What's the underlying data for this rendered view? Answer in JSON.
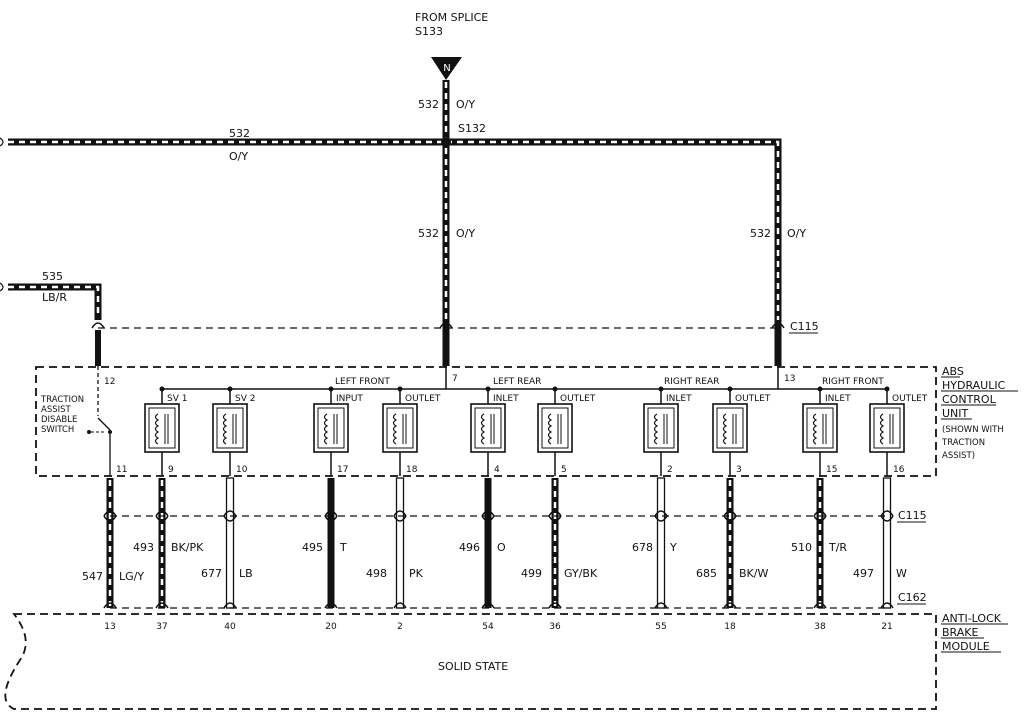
{
  "header": {
    "from_splice": "FROM SPLICE",
    "splice_id": "S133",
    "splice_node": "N"
  },
  "feed": {
    "circuit": "532",
    "color": "O/Y",
    "splice": "S132"
  },
  "left_input": {
    "circuit": "535",
    "color": "LB/R"
  },
  "connectors": {
    "top": "C115",
    "mid": "C115",
    "bottom": "C162"
  },
  "hcu": {
    "label_lines": [
      "ABS",
      "HYDRAULIC",
      "CONTROL",
      "UNIT"
    ],
    "note_lines": [
      "(SHOWN WITH",
      "TRACTION",
      "ASSIST)"
    ],
    "switch_lines": [
      "TRACTION",
      "ASSIST",
      "DISABLE",
      "SWITCH"
    ],
    "pin_labels": {
      "p12": "12",
      "p11": "11",
      "p7": "7",
      "p13": "13"
    },
    "groups": [
      "LEFT FRONT",
      "LEFT REAR",
      "RIGHT REAR",
      "RIGHT FRONT"
    ]
  },
  "valves": [
    {
      "name": "SV 1",
      "pin": "9",
      "circuit": "493",
      "color": "BK/PK",
      "module_pin": "37"
    },
    {
      "name": "SV 2",
      "pin": "10",
      "circuit": "677",
      "color": "LB",
      "module_pin": "40"
    },
    {
      "name": "INPUT",
      "pin": "17",
      "circuit": "495",
      "color": "T",
      "module_pin": "20"
    },
    {
      "name": "OUTLET",
      "pin": "18",
      "circuit": "498",
      "color": "PK",
      "module_pin": "2"
    },
    {
      "name": "INLET",
      "pin": "4",
      "circuit": "496",
      "color": "O",
      "module_pin": "54"
    },
    {
      "name": "OUTLET",
      "pin": "5",
      "circuit": "499",
      "color": "GY/BK",
      "module_pin": "36"
    },
    {
      "name": "INLET",
      "pin": "2",
      "circuit": "678",
      "color": "Y",
      "module_pin": "55"
    },
    {
      "name": "OUTLET",
      "pin": "3",
      "circuit": "685",
      "color": "BK/W",
      "module_pin": "18"
    },
    {
      "name": "INLET",
      "pin": "15",
      "circuit": "510",
      "color": "T/R",
      "module_pin": "38"
    },
    {
      "name": "OUTLET",
      "pin": "16",
      "circuit": "497",
      "color": "W",
      "module_pin": "21"
    }
  ],
  "switch_wire": {
    "circuit": "547",
    "color": "LG/Y",
    "module_pin": "13"
  },
  "module": {
    "label_lines": [
      "ANTI-LOCK",
      "BRAKE",
      "MODULE"
    ],
    "type": "SOLID STATE"
  }
}
